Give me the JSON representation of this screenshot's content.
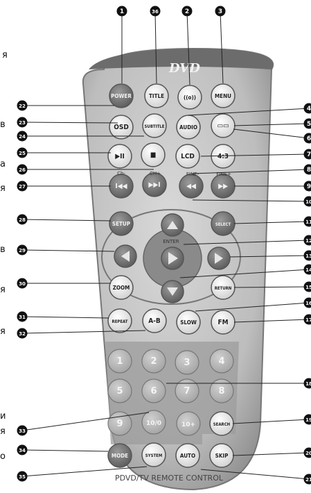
{
  "remote": {
    "brand_logo": "DVD",
    "footer": "PDVD/TV REMOTE CONTROL"
  },
  "buttons": [
    {
      "id": "power",
      "label": "POWER",
      "style": "dark"
    },
    {
      "id": "title",
      "label": "TITLE",
      "style": "light"
    },
    {
      "id": "audio-wave",
      "label": "((o))",
      "style": "light"
    },
    {
      "id": "menu",
      "label": "MENU",
      "style": "light"
    },
    {
      "id": "subtitle",
      "label": "SUBTITLE",
      "style": "light"
    },
    {
      "id": "audio",
      "label": "AUDIO",
      "style": "light"
    },
    {
      "id": "osd",
      "label": "OSD",
      "style": "light"
    },
    {
      "id": "pip",
      "label": "▭▭",
      "style": "light"
    },
    {
      "id": "stop",
      "label": "■",
      "style": "light"
    },
    {
      "id": "play-pause",
      "label": "▶II",
      "style": "light"
    },
    {
      "id": "lcd",
      "label": "LCD",
      "style": "light"
    },
    {
      "id": "ratio",
      "label": "4:3",
      "style": "light"
    },
    {
      "id": "prev",
      "label": "I◀◀",
      "style": "dark"
    },
    {
      "id": "next",
      "label": "▶▶I",
      "style": "dark"
    },
    {
      "id": "rewind",
      "label": "◀◀",
      "style": "dark"
    },
    {
      "id": "forward",
      "label": "▶▶",
      "style": "dark"
    },
    {
      "id": "setup",
      "label": "SETUP",
      "style": "dark"
    },
    {
      "id": "select",
      "label": "SELECT",
      "style": "dark"
    },
    {
      "id": "zoom",
      "label": "ZOOM",
      "style": "light"
    },
    {
      "id": "return",
      "label": "RETURN",
      "style": "light"
    },
    {
      "id": "repeat",
      "label": "REPEAT",
      "style": "light"
    },
    {
      "id": "ab",
      "label": "A-B",
      "style": "light"
    },
    {
      "id": "slow",
      "label": "SLOW",
      "style": "light"
    },
    {
      "id": "fm",
      "label": "FM",
      "style": "light"
    },
    {
      "id": "search",
      "label": "SEARCH",
      "style": "light"
    },
    {
      "id": "mode",
      "label": "MODE",
      "style": "dark"
    },
    {
      "id": "system",
      "label": "SYSTEM",
      "style": "light"
    },
    {
      "id": "auto",
      "label": "AUTO",
      "style": "light"
    },
    {
      "id": "skip",
      "label": "SKIP",
      "style": "light"
    }
  ],
  "small_labels": {
    "ch_minus": "Ch-",
    "ch_plus": "CH+",
    "fine_minus": "FINE-",
    "fine_plus": "FINE+",
    "enter": "ENTER"
  },
  "digits": [
    "1",
    "2",
    "3",
    "4",
    "5",
    "6",
    "7",
    "8",
    "9",
    "10/0",
    "10+"
  ],
  "callouts": [
    "1",
    "36",
    "2",
    "3",
    "4",
    "5",
    "6",
    "7",
    "8",
    "9",
    "10",
    "11",
    "12",
    "13",
    "14",
    "15",
    "16",
    "17",
    "18",
    "19",
    "20",
    "21",
    "22",
    "23",
    "24",
    "25",
    "26",
    "27",
    "28",
    "29",
    "30",
    "31",
    "32",
    "33",
    "34",
    "35"
  ],
  "edge_text": [
    "я",
    "в",
    "а",
    "я",
    "в",
    "я",
    "я",
    "и",
    "я",
    "о"
  ]
}
